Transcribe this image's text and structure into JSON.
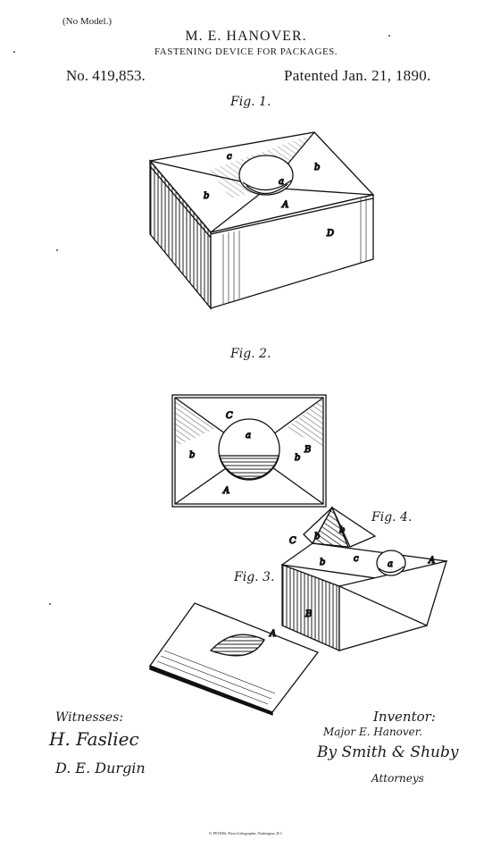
{
  "header": {
    "model": "(No Model.)",
    "inventor": "M. E. HANOVER.",
    "title": "FASTENING DEVICE FOR PACKAGES.",
    "patent_no": "No. 419,853.",
    "patent_date": "Patented Jan. 21, 1890."
  },
  "figures": {
    "fig1": "Fig. 1.",
    "fig2": "Fig. 2.",
    "fig3": "Fig. 3.",
    "fig4": "Fig. 4."
  },
  "labels": {
    "a": "a",
    "b": "b",
    "c": "c",
    "d": "D",
    "A": "A",
    "B": "B",
    "C": "C"
  },
  "footer": {
    "witnesses": "Witnesses:",
    "witness1": "H. Fasliec",
    "witness2": "D. E. Durgin",
    "inventor_head": "Inventor:",
    "inventor_sig": "Major E. Hanover.",
    "attorney_sig": "By Smith & Shuby",
    "attorneys": "Attorneys",
    "engraver": "N. PETERS, Photo-Lithographer, Washington, D.C."
  }
}
